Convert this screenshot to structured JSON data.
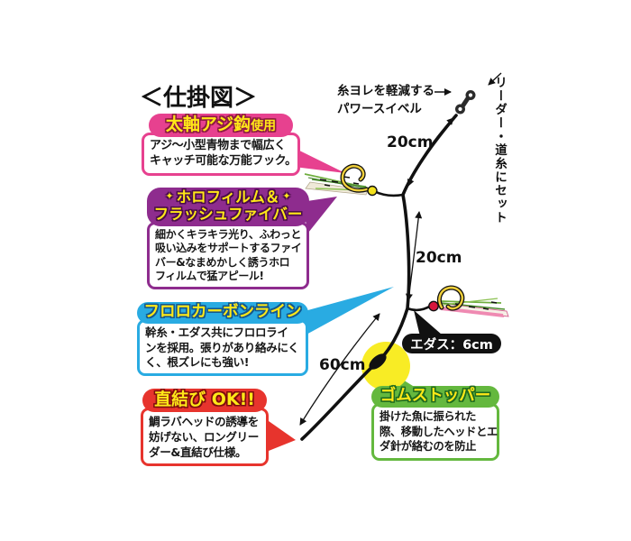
{
  "title": "＜仕掛図＞",
  "colors": {
    "pink": "#e7418f",
    "pink-dk": "#8c1c40",
    "purple": "#8e2c8e",
    "purple-dk": "#4a0d49",
    "cyan": "#29abe2",
    "cyan-dk": "#14578c",
    "red": "#e7342d",
    "red-dk": "#7e0d0d",
    "green": "#64b83e",
    "green-dk": "#1f6b1f",
    "label-yellow": "#ffe818",
    "ink": "#111111",
    "stopper-highlight": "#f8ec25",
    "hook-gold": "#f0cf3a",
    "bead-yellow": "#f3e11c",
    "bead-red": "#d6173c"
  },
  "bubbles": {
    "hook": {
      "header_main": "太軸アジ鈎",
      "header_sub": "使用",
      "lines": [
        "アジ〜小型青物まで幅広く",
        "キャッチ可能な万能フック。"
      ]
    },
    "holo": {
      "sparkle": "✦",
      "header_lines": [
        "ホロフィルム＆",
        "フラッシュファイバー"
      ],
      "lines": [
        "細かくキラキラ光り、ふわっと",
        "吸い込みをサポートするファイ",
        "バー&なまめかしく誘うホロ",
        "フィルムで猛アピール!"
      ]
    },
    "fluoro": {
      "header": "フロロカーボンライン",
      "lines": [
        "幹糸・エダス共にフロロライ",
        "ンを採用。張りがあり絡みにく",
        "く、根ズレにも強い!"
      ]
    },
    "knot": {
      "header": "直結び OK!!",
      "lines": [
        "鯛ラバヘッドの誘導を",
        "妨げない、ロングリー",
        "ダー&直結び仕様。"
      ]
    },
    "stopper": {
      "header": "ゴムストッパー",
      "lines": [
        "掛けた魚に振られた",
        "際、移動したヘッドとエ",
        "ダ針が絡むのを防止"
      ]
    }
  },
  "annotations": {
    "swivel_note": [
      "糸ヨレを軽減する",
      "パワースイベル"
    ],
    "leader_note": "リーダー・道糸にセット",
    "measure_upper": "20cm",
    "measure_middle": "20cm",
    "measure_lower": "60cm",
    "edasu_label": "エダス：6cm"
  }
}
